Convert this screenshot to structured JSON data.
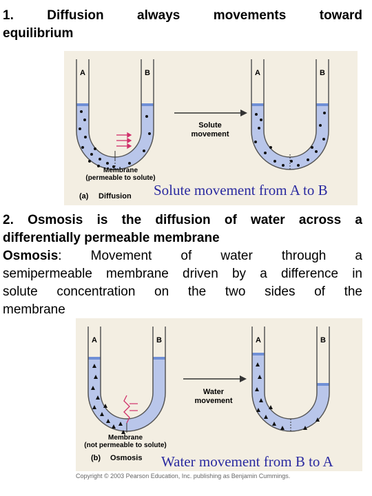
{
  "section1": {
    "number": "1.",
    "line1_words": [
      "Diffusion",
      "always",
      "movements",
      "toward"
    ],
    "line2": "equilibrium"
  },
  "figure_a": {
    "tube_labels": [
      "A",
      "B"
    ],
    "arrow_label_lines": [
      "Solute",
      "movement"
    ],
    "membrane_label_lines": [
      "Membrane",
      "(permeable to solute)"
    ],
    "panel_tag": "(a)",
    "panel_title": "Diffusion",
    "caption": "Solute movement from A to B"
  },
  "section2": {
    "heading_line1": "2.  Osmosis is the diffusion of water across a",
    "heading_line2": "differentially permeable membrane",
    "term": "Osmosis",
    "definition_line1": ":  Movement of water through a",
    "definition_lines": [
      "semipermeable membrane driven by a difference in",
      "solute concentration on the two sides of the",
      "membrane"
    ]
  },
  "figure_b": {
    "tube_labels": [
      "A",
      "B"
    ],
    "arrow_label_lines": [
      "Water",
      "movement"
    ],
    "membrane_label_lines": [
      "Membrane",
      "(not permeable to solute)"
    ],
    "panel_tag": "(b)",
    "panel_title": "Osmosis",
    "caption": "Water movement from B to A"
  },
  "copyright": "Copyright © 2003 Pearson Education, Inc. publishing as Benjamin Cummings.",
  "colors": {
    "caption_text": "#2a2aa0",
    "figure_background": "#f3eee2",
    "water": "#b9c6ea",
    "water_surface": "#6f8fd6",
    "membrane_arrows": "#d0306a"
  }
}
